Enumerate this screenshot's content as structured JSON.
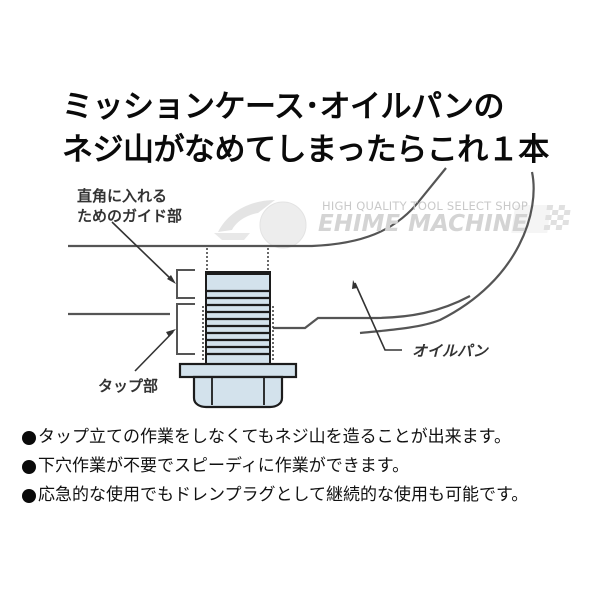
{
  "headline": {
    "line1": "ミッションケース･オイルパンの",
    "line2": "ネジ山がなめてしまったらこれ１本"
  },
  "diagram": {
    "labels": {
      "guide_line1": "直角に入れる",
      "guide_line2": "ためのガイド部",
      "tap": "タップ部",
      "oil_pan": "オイルパン"
    },
    "colors": {
      "line": "#555555",
      "thread_fill": "#c9dbe8",
      "thread_dark": "#2a2a2a"
    }
  },
  "watermark": {
    "tagline": "HIGH QUALITY TOOL SELECT SHOP",
    "name": "EHIME MACHINE",
    "flag_icon": "checkered-flag-icon",
    "logo_icon": "ehime-logo-icon"
  },
  "features": [
    {
      "icon": "bullet-icon",
      "text": "タップ立ての作業をしなくてもネジ山を造ることが出来ます。"
    },
    {
      "icon": "bullet-icon",
      "text": "下穴作業が不要でスピーディに作業ができます。"
    },
    {
      "icon": "bullet-icon",
      "text": "応急的な使用でもドレンプラグとして継続的な使用も可能です。"
    }
  ]
}
